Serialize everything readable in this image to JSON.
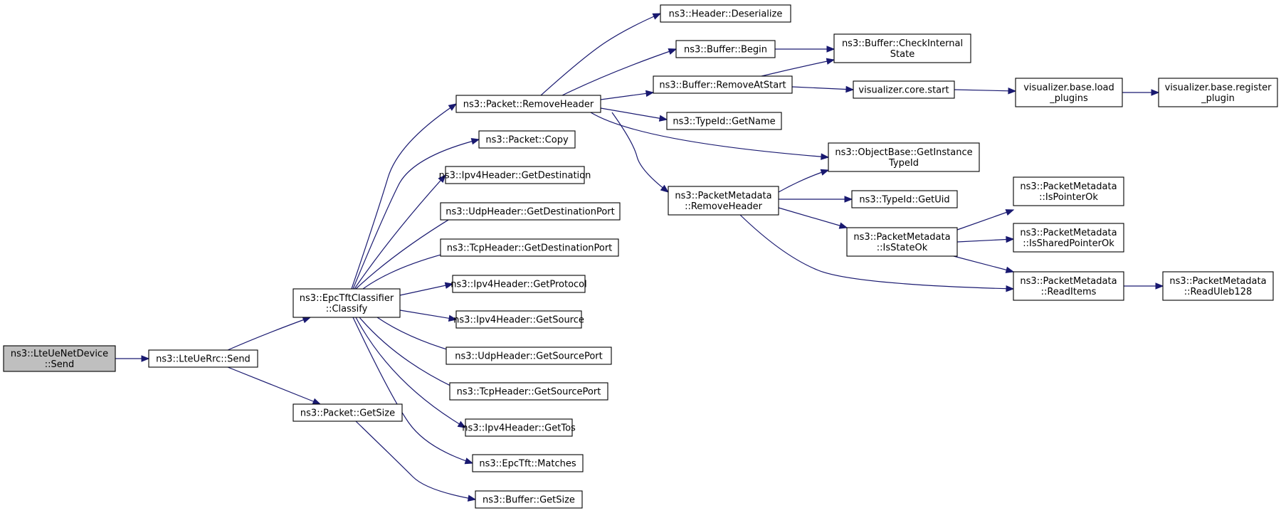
{
  "diagram": {
    "type": "call-graph",
    "highlight_fill": "#bfbfbf",
    "node_fill": "#ffffff",
    "edge_color": "#191970",
    "nodes": [
      {
        "id": "n_ltenetdev_send",
        "lines": [
          "ns3::LteUeNetDevice",
          "::Send"
        ],
        "highlight": true
      },
      {
        "id": "n_lterrc_send",
        "lines": [
          "ns3::LteUeRrc::Send"
        ]
      },
      {
        "id": "n_classify",
        "lines": [
          "ns3::EpcTftClassifier",
          "::Classify"
        ]
      },
      {
        "id": "n_packet_getsize",
        "lines": [
          "ns3::Packet::GetSize"
        ]
      },
      {
        "id": "n_packet_removeheader",
        "lines": [
          "ns3::Packet::RemoveHeader"
        ]
      },
      {
        "id": "n_packet_copy",
        "lines": [
          "ns3::Packet::Copy"
        ]
      },
      {
        "id": "n_ipv4_getdest",
        "lines": [
          "ns3::Ipv4Header::GetDestination"
        ]
      },
      {
        "id": "n_udp_getdestport",
        "lines": [
          "ns3::UdpHeader::GetDestinationPort"
        ]
      },
      {
        "id": "n_tcp_getdestport",
        "lines": [
          "ns3::TcpHeader::GetDestinationPort"
        ]
      },
      {
        "id": "n_ipv4_getproto",
        "lines": [
          "ns3::Ipv4Header::GetProtocol"
        ]
      },
      {
        "id": "n_ipv4_getsource",
        "lines": [
          "ns3::Ipv4Header::GetSource"
        ]
      },
      {
        "id": "n_udp_getsrcport",
        "lines": [
          "ns3::UdpHeader::GetSourcePort"
        ]
      },
      {
        "id": "n_tcp_getsrcport",
        "lines": [
          "ns3::TcpHeader::GetSourcePort"
        ]
      },
      {
        "id": "n_ipv4_gettos",
        "lines": [
          "ns3::Ipv4Header::GetTos"
        ]
      },
      {
        "id": "n_epctft_matches",
        "lines": [
          "ns3::EpcTft::Matches"
        ]
      },
      {
        "id": "n_buffer_getsize",
        "lines": [
          "ns3::Buffer::GetSize"
        ]
      },
      {
        "id": "n_header_deserialize",
        "lines": [
          "ns3::Header::Deserialize"
        ]
      },
      {
        "id": "n_buffer_begin",
        "lines": [
          "ns3::Buffer::Begin"
        ]
      },
      {
        "id": "n_buffer_removeatstart",
        "lines": [
          "ns3::Buffer::RemoveAtStart"
        ]
      },
      {
        "id": "n_typeid_getname",
        "lines": [
          "ns3::TypeId::GetName"
        ]
      },
      {
        "id": "n_pm_removeheader",
        "lines": [
          "ns3::PacketMetadata",
          "::RemoveHeader"
        ]
      },
      {
        "id": "n_buffer_checkinternal",
        "lines": [
          "ns3::Buffer::CheckInternal",
          "State"
        ]
      },
      {
        "id": "n_vis_core_start",
        "lines": [
          "visualizer.core.start"
        ]
      },
      {
        "id": "n_objectbase_getinstance",
        "lines": [
          "ns3::ObjectBase::GetInstance",
          "TypeId"
        ]
      },
      {
        "id": "n_typeid_getuid",
        "lines": [
          "ns3::TypeId::GetUid"
        ]
      },
      {
        "id": "n_pm_isstateok",
        "lines": [
          "ns3::PacketMetadata",
          "::IsStateOk"
        ]
      },
      {
        "id": "n_pm_readitems",
        "lines": [
          "ns3::PacketMetadata",
          "::ReadItems"
        ]
      },
      {
        "id": "n_vis_base_load",
        "lines": [
          "visualizer.base.load",
          "_plugins"
        ]
      },
      {
        "id": "n_vis_base_register",
        "lines": [
          "visualizer.base.register",
          "_plugin"
        ]
      },
      {
        "id": "n_pm_ispointerok",
        "lines": [
          "ns3::PacketMetadata",
          "::IsPointerOk"
        ]
      },
      {
        "id": "n_pm_issharedpointerok",
        "lines": [
          "ns3::PacketMetadata",
          "::IsSharedPointerOk"
        ]
      },
      {
        "id": "n_pm_readuleb128",
        "lines": [
          "ns3::PacketMetadata",
          "::ReadUleb128"
        ]
      }
    ],
    "edges": [
      [
        "n_ltenetdev_send",
        "n_lterrc_send"
      ],
      [
        "n_lterrc_send",
        "n_classify"
      ],
      [
        "n_lterrc_send",
        "n_packet_getsize"
      ],
      [
        "n_classify",
        "n_packet_removeheader"
      ],
      [
        "n_classify",
        "n_packet_copy"
      ],
      [
        "n_classify",
        "n_ipv4_getdest"
      ],
      [
        "n_classify",
        "n_udp_getdestport"
      ],
      [
        "n_classify",
        "n_tcp_getdestport"
      ],
      [
        "n_classify",
        "n_ipv4_getproto"
      ],
      [
        "n_classify",
        "n_ipv4_getsource"
      ],
      [
        "n_classify",
        "n_udp_getsrcport"
      ],
      [
        "n_classify",
        "n_tcp_getsrcport"
      ],
      [
        "n_classify",
        "n_ipv4_gettos"
      ],
      [
        "n_classify",
        "n_epctft_matches"
      ],
      [
        "n_packet_getsize",
        "n_buffer_getsize"
      ],
      [
        "n_packet_removeheader",
        "n_header_deserialize"
      ],
      [
        "n_packet_removeheader",
        "n_buffer_begin"
      ],
      [
        "n_packet_removeheader",
        "n_buffer_removeatstart"
      ],
      [
        "n_packet_removeheader",
        "n_typeid_getname"
      ],
      [
        "n_packet_removeheader",
        "n_objectbase_getinstance"
      ],
      [
        "n_packet_removeheader",
        "n_pm_removeheader"
      ],
      [
        "n_buffer_begin",
        "n_buffer_checkinternal"
      ],
      [
        "n_buffer_removeatstart",
        "n_buffer_checkinternal"
      ],
      [
        "n_buffer_removeatstart",
        "n_vis_core_start"
      ],
      [
        "n_vis_core_start",
        "n_vis_base_load"
      ],
      [
        "n_vis_base_load",
        "n_vis_base_register"
      ],
      [
        "n_pm_removeheader",
        "n_objectbase_getinstance"
      ],
      [
        "n_pm_removeheader",
        "n_typeid_getuid"
      ],
      [
        "n_pm_removeheader",
        "n_pm_isstateok"
      ],
      [
        "n_pm_removeheader",
        "n_pm_readitems"
      ],
      [
        "n_pm_isstateok",
        "n_pm_ispointerok"
      ],
      [
        "n_pm_isstateok",
        "n_pm_issharedpointerok"
      ],
      [
        "n_pm_isstateok",
        "n_pm_readitems"
      ],
      [
        "n_pm_readitems",
        "n_pm_readuleb128"
      ]
    ]
  }
}
